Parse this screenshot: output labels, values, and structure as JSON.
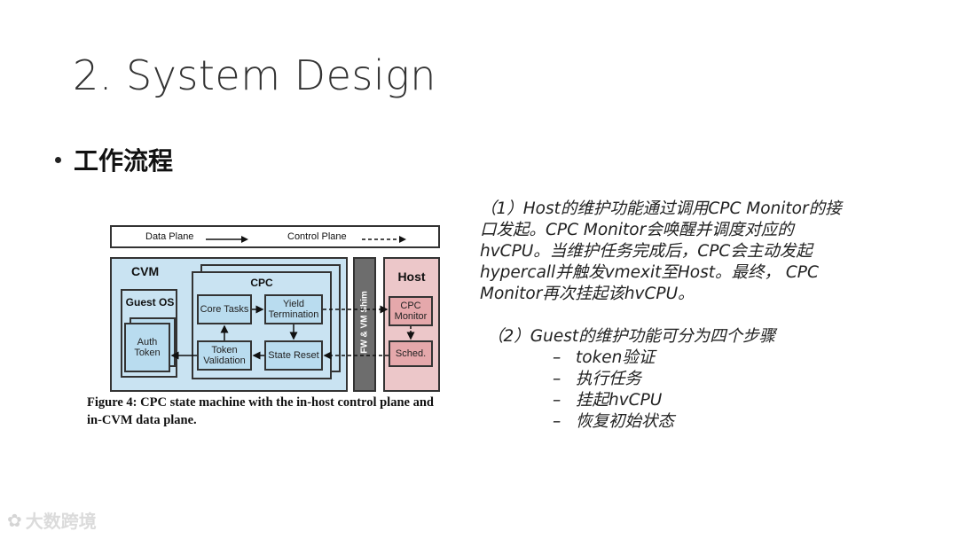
{
  "slide": {
    "title": "2. System Design",
    "bullet": "工作流程"
  },
  "figure": {
    "legend_data_plane": "Data Plane",
    "legend_control_plane": "Control Plane",
    "cvm_label": "CVM",
    "cpc_label": "CPC",
    "guest_os_label": "Guest OS",
    "auth_token": "Auth Token",
    "core_tasks": "Core Tasks",
    "yield_termination": "Yield Termination",
    "token_validation": "Token Validation",
    "state_reset": "State Reset",
    "shim_label": "FW & VM Shim",
    "host_label": "Host",
    "cpc_monitor": "CPC Monitor",
    "sched": "Sched.",
    "caption_line1": "Figure 4: CPC state machine with the in-host control plane and",
    "caption_line2": "in-CVM data plane."
  },
  "text": {
    "para1_lines": [
      "（1）Host的维护功能通过调用CPC  Monitor的接",
      "口发起。CPC  Monitor会唤醒并调度对应的",
      "hvCPU。当维护任务完成后，CPC会主动发起",
      "hypercall并触发vmexit至Host。最终，  CPC",
      "Monitor再次挂起该hvCPU。"
    ],
    "para2_intro": "（2）Guest的维护功能可分为四个步骤",
    "steps": [
      "token验证",
      "执行任务",
      "挂起hvCPU",
      "恢复初始状态"
    ],
    "dash": "–"
  },
  "watermark": {
    "text": "大数跨境"
  },
  "colors": {
    "cvm_fill": "#c9e3f2",
    "node_fill": "#b9dcef",
    "shim_fill": "#6d6d6d",
    "host_fill": "#ecc7c9",
    "host_node_fill": "#e5a8ab"
  }
}
